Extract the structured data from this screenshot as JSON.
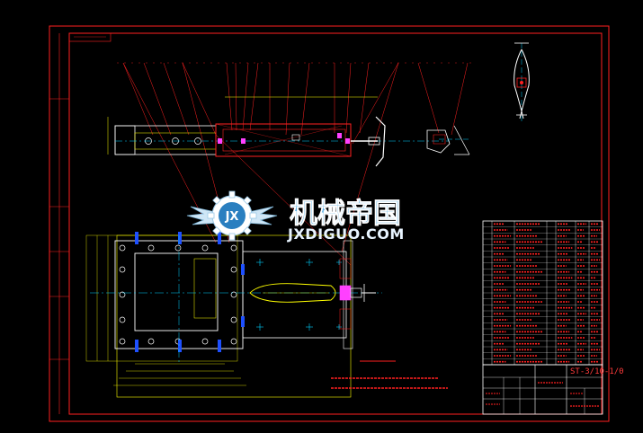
{
  "watermark": {
    "brand_cn": "机械帝国",
    "brand_en": "JXDIGUO.COM",
    "emblem_letters": "JX"
  },
  "title_block": {
    "drawing_code": "ST-3/10-1/0"
  },
  "colors": {
    "background": "#000000",
    "border": "#ff2020",
    "outline": "#ffffff",
    "hatch": "#ff2020",
    "center": "#00d0ff",
    "dim": "#ffff00",
    "accent_blue": "#1e50ff",
    "magenta": "#ff40ff"
  }
}
